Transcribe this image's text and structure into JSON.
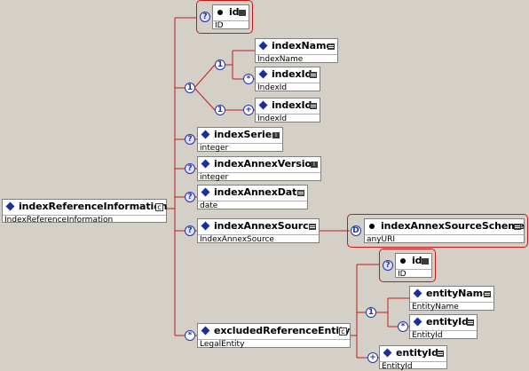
{
  "diagram": {
    "root": {
      "name": "indexReferenceInformation",
      "type": "IndexReferenceInformation",
      "icon": "diamond-icon",
      "expander": "c"
    },
    "id_attr": {
      "name": "id",
      "type": "ID",
      "cardinality_icon": "optional-icon"
    },
    "choice_group": {
      "badge": "1"
    },
    "choice_a": {
      "badge": "1",
      "index_name": {
        "name": "indexName",
        "type": "IndexName"
      },
      "index_id_a": {
        "name": "indexId",
        "type": "IndexId",
        "cardinality": "*"
      }
    },
    "choice_b": {
      "badge": "1",
      "index_id_b": {
        "name": "indexId",
        "type": "IndexId",
        "cardinality": "+"
      }
    },
    "index_series": {
      "name": "indexSeries",
      "type": "integer",
      "cardinality": "?"
    },
    "index_annex_version": {
      "name": "indexAnnexVersion",
      "type": "integer",
      "cardinality": "?"
    },
    "index_annex_date": {
      "name": "indexAnnexDate",
      "type": "date",
      "cardinality": "?"
    },
    "index_annex_source": {
      "name": "indexAnnexSource",
      "type": "IndexAnnexSource",
      "cardinality": "?"
    },
    "index_annex_source_scheme": {
      "name": "indexAnnexSourceScheme",
      "type": "anyURI",
      "badge": "D"
    },
    "excluded_reference_entity": {
      "name": "excludedReferenceEntity",
      "type": "LegalEntity",
      "cardinality": "*",
      "expander": "c"
    },
    "excluded_id_attr": {
      "name": "id",
      "type": "ID",
      "cardinality_icon": "optional-icon"
    },
    "entity_choice": {
      "badge": "1",
      "entity_name": {
        "name": "entityName",
        "type": "EntityName"
      },
      "entity_id_a": {
        "name": "entityId",
        "type": "EntityId",
        "cardinality": "*"
      }
    },
    "entity_id_b": {
      "name": "entityId",
      "type": "EntityId",
      "cardinality": "+"
    },
    "colors": {
      "background": "#d4d0c8",
      "connector": "#c11a1a",
      "badge": "#2333a0",
      "diamond": "#1b2f9b"
    }
  }
}
